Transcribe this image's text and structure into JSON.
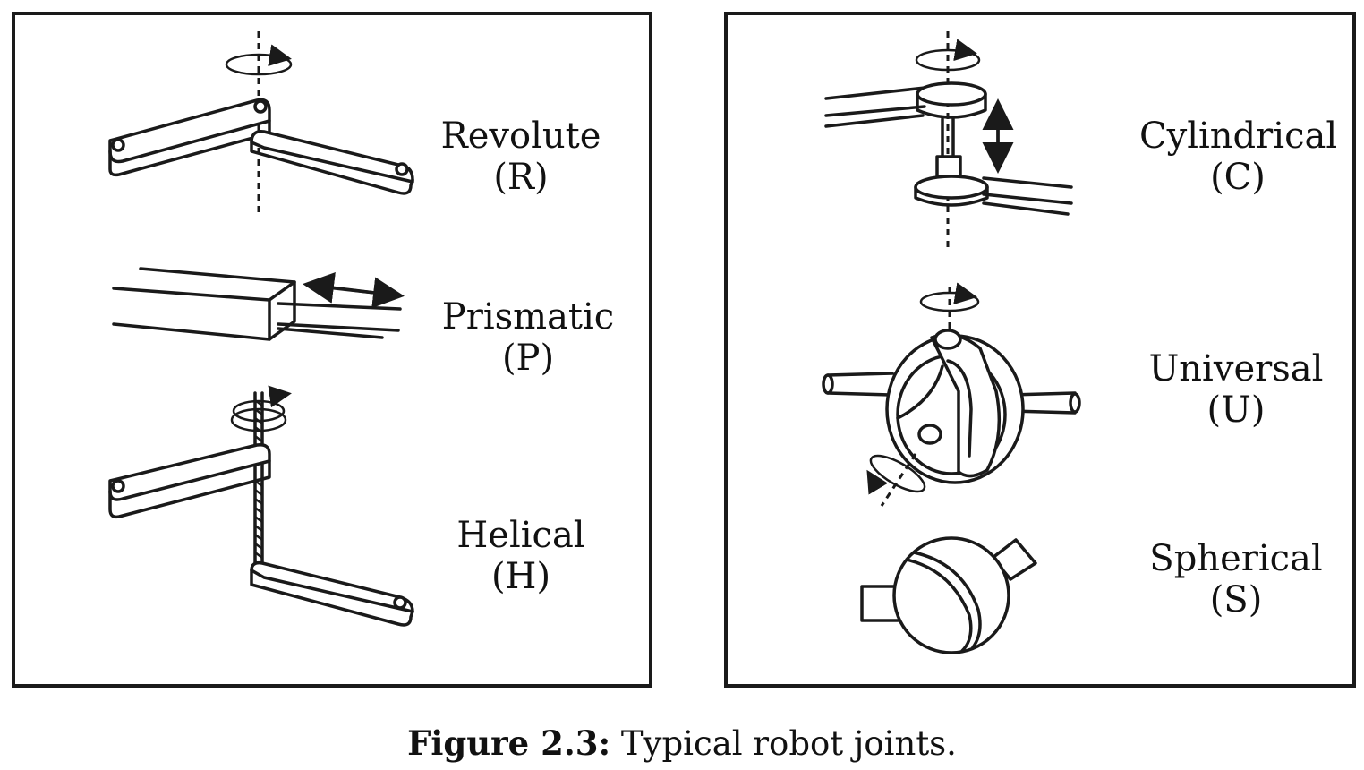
{
  "joints": [
    {
      "name": "Revolute",
      "abbr": "(R)"
    },
    {
      "name": "Prismatic",
      "abbr": "(P)"
    },
    {
      "name": "Helical",
      "abbr": "(H)"
    },
    {
      "name": "Cylindrical",
      "abbr": "(C)"
    },
    {
      "name": "Universal",
      "abbr": "(U)"
    },
    {
      "name": "Spherical",
      "abbr": "(S)"
    }
  ],
  "caption": {
    "label": "Figure 2.3:",
    "text": "Typical robot joints."
  }
}
